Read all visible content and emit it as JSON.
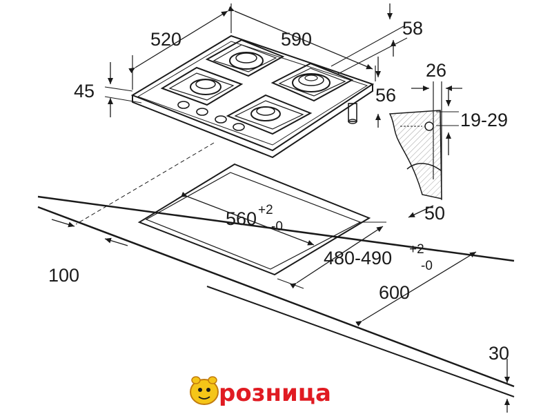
{
  "diagram": {
    "dimensions": {
      "d520": "520",
      "d590": "590",
      "d58": "58",
      "d45": "45",
      "d26": "26",
      "d56": "56",
      "d19_29": "19-29",
      "d50": "50",
      "d560": "560",
      "d560_tol_plus": "+2",
      "d560_tol_minus": "-0",
      "d480_490": "480-490",
      "d480_tol_plus": "+2",
      "d480_tol_minus": "-0",
      "d600": "600",
      "d100": "100",
      "d30": "30"
    },
    "logo": {
      "text": "розница",
      "colors": {
        "fill": "#e01b22",
        "outline": "#ffffff",
        "mascot": "#f5c518"
      }
    }
  }
}
